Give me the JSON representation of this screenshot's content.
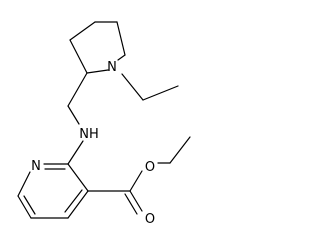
{
  "diagram": {
    "type": "chemical-structure",
    "atom_labels": {
      "pyrrolidine_n": "N",
      "amine_nh": "NH",
      "pyridine_n": "N",
      "ester_o": "O",
      "carbonyl_o": "O"
    }
  }
}
